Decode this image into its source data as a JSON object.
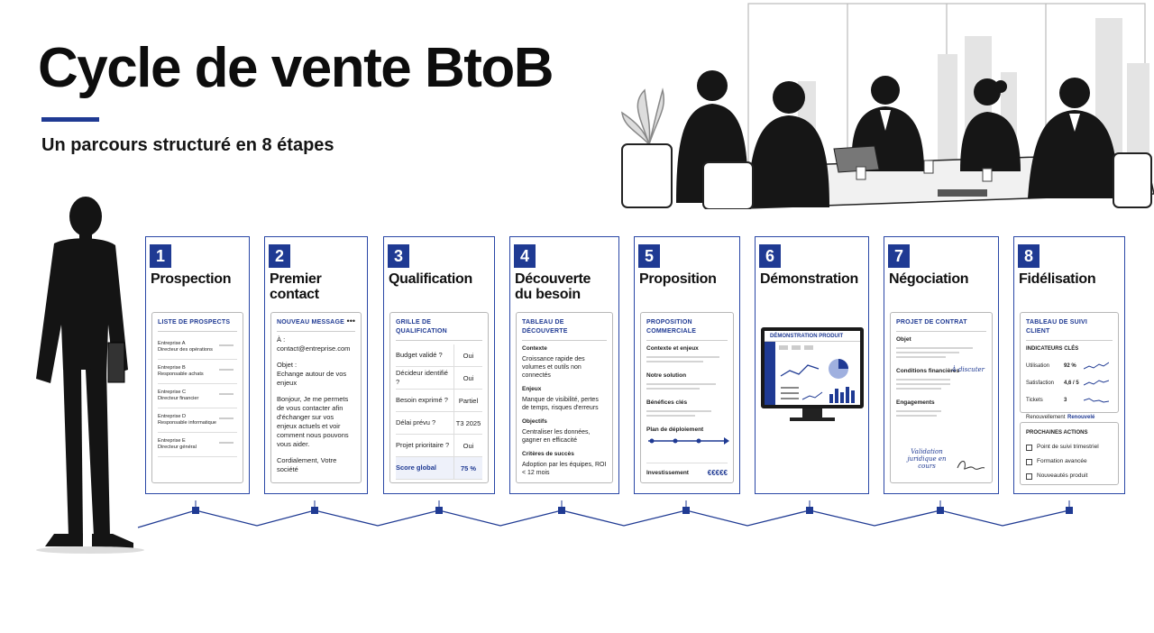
{
  "header": {
    "title": "Cycle de vente BtoB",
    "subtitle": "Un parcours structuré en 8 étapes"
  },
  "colors": {
    "accent": "#1f3a93",
    "ink": "#111111",
    "card_border": "#2a47a6"
  },
  "steps": [
    {
      "num": "1",
      "title": "Prospection",
      "panel_title": "LISTE DE PROSPECTS",
      "prospects": [
        {
          "company": "Entreprise A",
          "role": "Directeur des opérations"
        },
        {
          "company": "Entreprise B",
          "role": "Responsable achats"
        },
        {
          "company": "Entreprise C",
          "role": "Directeur financier"
        },
        {
          "company": "Entreprise D",
          "role": "Responsable informatique"
        },
        {
          "company": "Entreprise E",
          "role": "Directeur général"
        }
      ]
    },
    {
      "num": "2",
      "title": "Premier contact",
      "panel_title": "NOUVEAU MESSAGE",
      "menu_icon": "more-icon",
      "to_label": "À :",
      "to_value": "contact@entreprise.com",
      "subject_label": "Objet :",
      "subject_value": "Echange autour de vos enjeux",
      "body": "Bonjour, Je me permets de vous contacter afin d'échanger sur vos enjeux actuels et voir comment nous pouvons vous aider.",
      "signoff": "Cordialement, Votre société"
    },
    {
      "num": "3",
      "title": "Qualification",
      "panel_title": "GRILLE DE QUALIFICATION",
      "rows": [
        {
          "label": "Budget validé ?",
          "value": "Oui"
        },
        {
          "label": "Décideur identifié ?",
          "value": "Oui"
        },
        {
          "label": "Besoin exprimé ?",
          "value": "Partiel"
        },
        {
          "label": "Délai prévu ?",
          "value": "T3 2025"
        },
        {
          "label": "Projet prioritaire ?",
          "value": "Oui"
        }
      ],
      "total_label": "Score global",
      "total_value": "75 %"
    },
    {
      "num": "4",
      "title": "Découverte du besoin",
      "panel_title": "TABLEAU DE DÉCOUVERTE",
      "sections": [
        {
          "title": "Contexte",
          "text": "Croissance rapide des volumes et outils non connectés"
        },
        {
          "title": "Enjeux",
          "text": "Manque de visibilité, pertes de temps, risques d'erreurs"
        },
        {
          "title": "Objectifs",
          "text": "Centraliser les données, gagner en efficacité"
        },
        {
          "title": "Critères de succès",
          "text": "Adoption par les équipes, ROI < 12 mois"
        }
      ]
    },
    {
      "num": "5",
      "title": "Proposition",
      "panel_title": "PROPOSITION COMMERCIALE",
      "sections": [
        "Contexte et enjeux",
        "Notre solution",
        "Bénéfices clés",
        "Plan de déploiement"
      ],
      "invest_label": "Investissement",
      "invest_value": "€€€€€"
    },
    {
      "num": "6",
      "title": "Démonstration",
      "screen_title": "DÉMONSTRATION PRODUIT"
    },
    {
      "num": "7",
      "title": "Négociation",
      "panel_title": "PROJET DE CONTRAT",
      "sections": [
        "Objet",
        "Conditions financières",
        "Engagements"
      ],
      "note_discuss": "À discuter",
      "note_validation": "Validation juridique en cours"
    },
    {
      "num": "8",
      "title": "Fidélisation",
      "panel_title": "TABLEAU DE SUIVI CLIENT",
      "kpi_title": "INDICATEURS CLÉS",
      "kpis": [
        {
          "label": "Utilisation",
          "value": "92 %"
        },
        {
          "label": "Satisfaction",
          "value": "4,6 / 5"
        },
        {
          "label": "Tickets",
          "value": "3"
        }
      ],
      "renewal_label": "Renouvellement",
      "renewal_value": "Renouvelé",
      "actions_title": "PROCHAINES ACTIONS",
      "actions": [
        "Point de suivi trimestriel",
        "Formation avancée",
        "Nouveautés produit"
      ]
    }
  ]
}
